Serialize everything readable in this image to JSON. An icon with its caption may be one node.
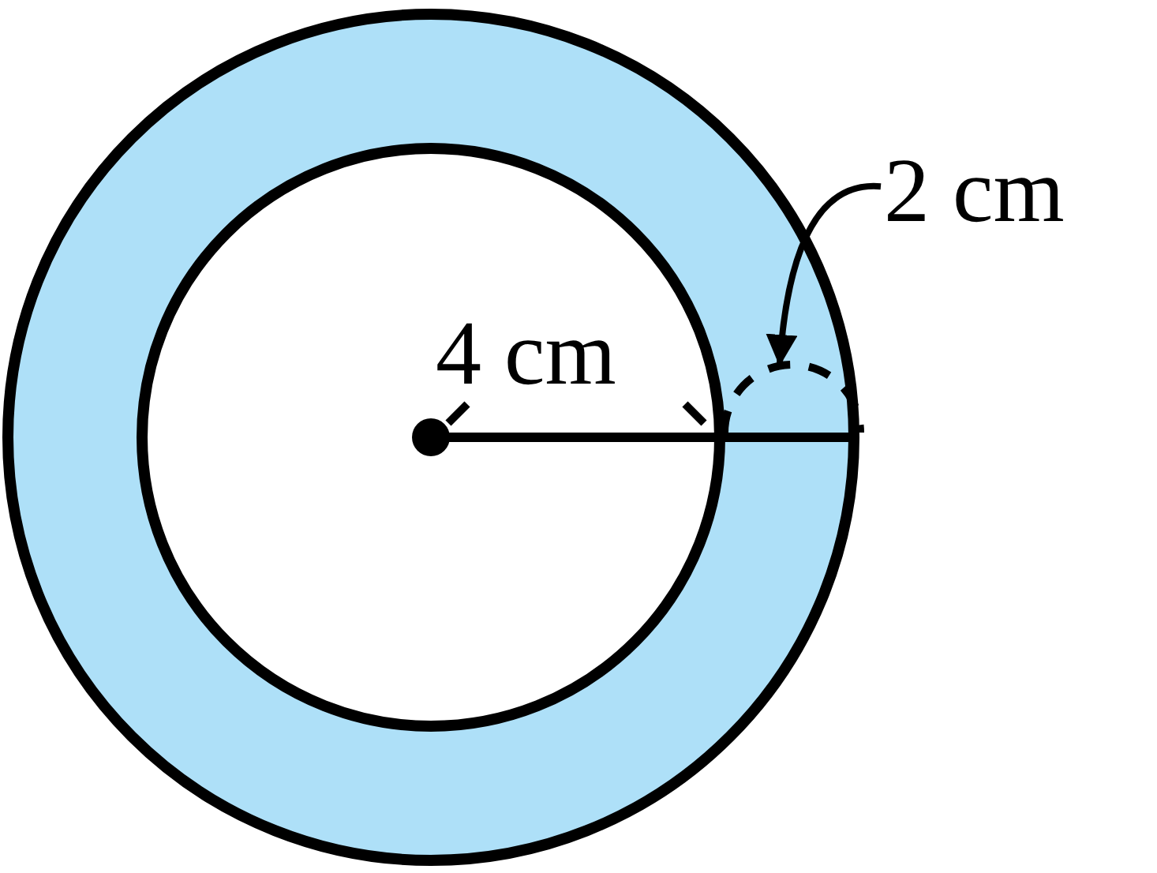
{
  "diagram": {
    "nodes": [
      {
        "text": [
          "2 cm"
        ]
      },
      {
        "text": [],
        "shape": "arc"
      }
    ],
    "edges": [
      {
        "from": 0,
        "to": 1,
        "arrow": "to"
      }
    ],
    "labels": [
      "4 cm"
    ]
  }
}
